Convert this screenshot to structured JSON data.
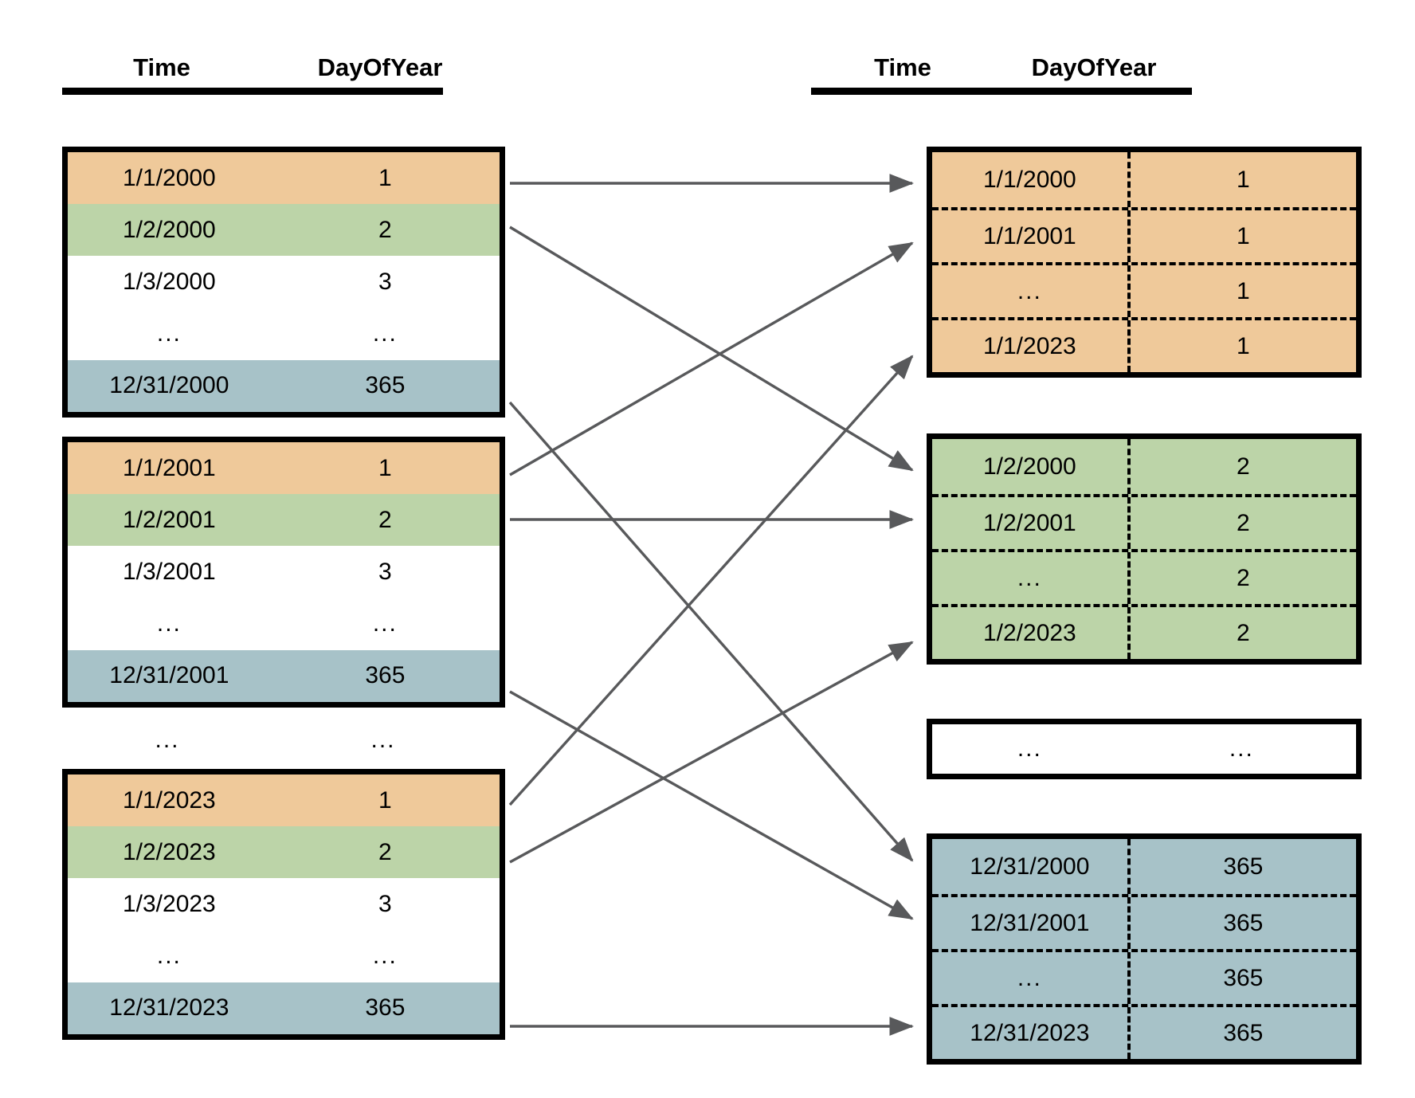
{
  "headers": {
    "left": {
      "time": "Time",
      "day_of_year": "DayOfYear"
    },
    "right": {
      "time": "Time",
      "day_of_year": "DayOfYear"
    }
  },
  "colors": {
    "orange": "#EFC99A",
    "green": "#BCD4A8",
    "blue": "#A7C2C8",
    "white": "#FFFFFF",
    "border": "#000000",
    "arrow": "#58595B"
  },
  "left_tables": [
    {
      "id": "year-2000",
      "rows": [
        {
          "time": "1/1/2000",
          "day": "1",
          "fill": "orange"
        },
        {
          "time": "1/2/2000",
          "day": "2",
          "fill": "green"
        },
        {
          "time": "1/3/2000",
          "day": "3",
          "fill": "white"
        },
        {
          "time": "...",
          "day": "...",
          "fill": "white"
        },
        {
          "time": "12/31/2000",
          "day": "365",
          "fill": "blue"
        }
      ]
    },
    {
      "id": "year-2001",
      "rows": [
        {
          "time": "1/1/2001",
          "day": "1",
          "fill": "orange"
        },
        {
          "time": "1/2/2001",
          "day": "2",
          "fill": "green"
        },
        {
          "time": "1/3/2001",
          "day": "3",
          "fill": "white"
        },
        {
          "time": "...",
          "day": "...",
          "fill": "white"
        },
        {
          "time": "12/31/2001",
          "day": "365",
          "fill": "blue"
        }
      ]
    },
    {
      "id": "year-2023",
      "rows": [
        {
          "time": "1/1/2023",
          "day": "1",
          "fill": "orange"
        },
        {
          "time": "1/2/2023",
          "day": "2",
          "fill": "green"
        },
        {
          "time": "1/3/2023",
          "day": "3",
          "fill": "white"
        },
        {
          "time": "...",
          "day": "...",
          "fill": "white"
        },
        {
          "time": "12/31/2023",
          "day": "365",
          "fill": "blue"
        }
      ]
    }
  ],
  "left_separator": {
    "time": "...",
    "day": "..."
  },
  "right_tables": [
    {
      "id": "doy-1",
      "fill": "orange",
      "rows": [
        {
          "time": "1/1/2000",
          "day": "1"
        },
        {
          "time": "1/1/2001",
          "day": "1"
        },
        {
          "time": "...",
          "day": "1"
        },
        {
          "time": "1/1/2023",
          "day": "1"
        }
      ]
    },
    {
      "id": "doy-2",
      "fill": "green",
      "rows": [
        {
          "time": "1/2/2000",
          "day": "2"
        },
        {
          "time": "1/2/2001",
          "day": "2"
        },
        {
          "time": "...",
          "day": "2"
        },
        {
          "time": "1/2/2023",
          "day": "2"
        }
      ]
    },
    {
      "id": "doy-ellipsis",
      "fill": "white",
      "rows": [
        {
          "time": "...",
          "day": "..."
        }
      ]
    },
    {
      "id": "doy-365",
      "fill": "blue",
      "rows": [
        {
          "time": "12/31/2000",
          "day": "365"
        },
        {
          "time": "12/31/2001",
          "day": "365"
        },
        {
          "time": "...",
          "day": "365"
        },
        {
          "time": "12/31/2023",
          "day": "365"
        }
      ]
    }
  ],
  "mappings": [
    {
      "from": "1/1/2000",
      "to": "doy-1 row 1"
    },
    {
      "from": "1/2/2000",
      "to": "doy-2 row 1"
    },
    {
      "from": "12/31/2000",
      "to": "doy-365 row 1"
    },
    {
      "from": "1/1/2001",
      "to": "doy-1 row 2"
    },
    {
      "from": "1/2/2001",
      "to": "doy-2 row 2"
    },
    {
      "from": "12/31/2001",
      "to": "doy-365 row 2"
    },
    {
      "from": "1/1/2023",
      "to": "doy-1 row 4"
    },
    {
      "from": "1/2/2023",
      "to": "doy-2 row 4"
    },
    {
      "from": "12/31/2023",
      "to": "doy-365 row 4"
    }
  ]
}
